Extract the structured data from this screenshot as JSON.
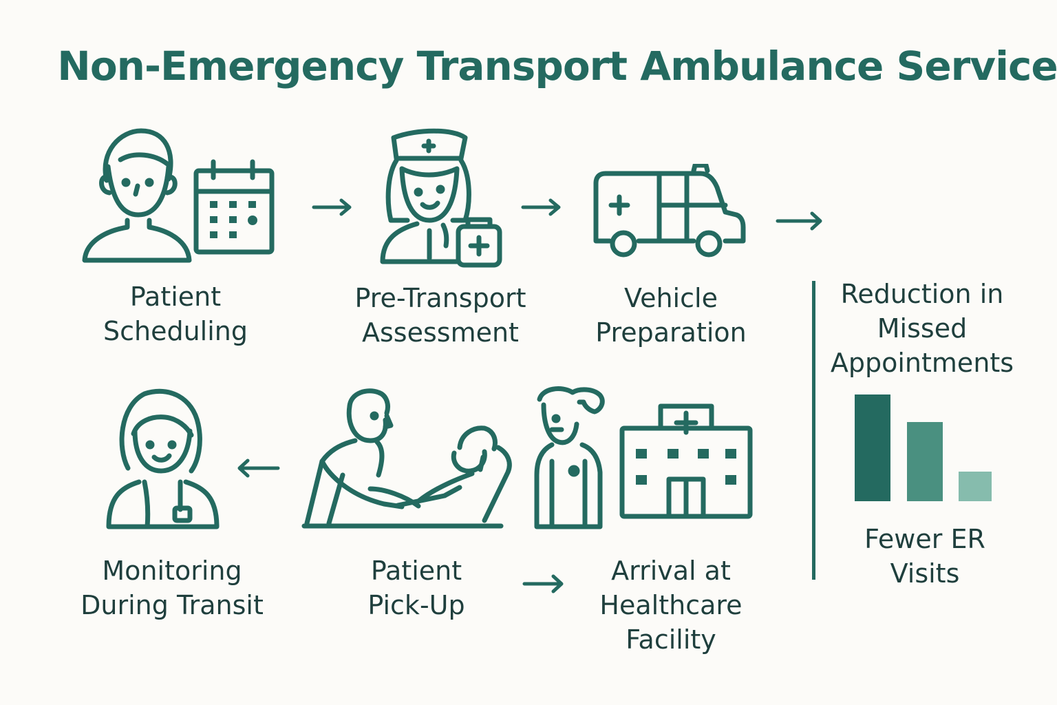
{
  "title": "Non-Emergency Transport Ambulance Service",
  "colors": {
    "primary": "#246a60",
    "mid": "#4a9080",
    "light": "#86bcad",
    "text": "#1f3f3d",
    "background": "#fcfbf8"
  },
  "steps": [
    {
      "icon": "patient-calendar-icon",
      "lines": [
        "Patient",
        "Scheduling"
      ]
    },
    {
      "icon": "nurse-medkit-icon",
      "lines": [
        "Pre-Transport",
        "Assessment"
      ]
    },
    {
      "icon": "ambulance-icon",
      "lines": [
        "Vehicle",
        "Preparation"
      ]
    },
    {
      "icon": "monitoring-doctor-icon",
      "lines": [
        "Monitoring",
        "During Transit"
      ]
    },
    {
      "icon": "patient-pickup-icon",
      "lines": [
        "Patient",
        "Pick-Up"
      ]
    },
    {
      "icon": "staff-hospital-icon",
      "lines": [
        "Arrival at",
        "Healthcare",
        "Facility"
      ]
    }
  ],
  "outcomes": {
    "top_lines": [
      "Reduction in",
      "Missed",
      "Appointments"
    ],
    "bottom_lines": [
      "Fewer ER",
      "Visits"
    ],
    "bar_levels": [
      1.0,
      0.74,
      0.28
    ]
  }
}
